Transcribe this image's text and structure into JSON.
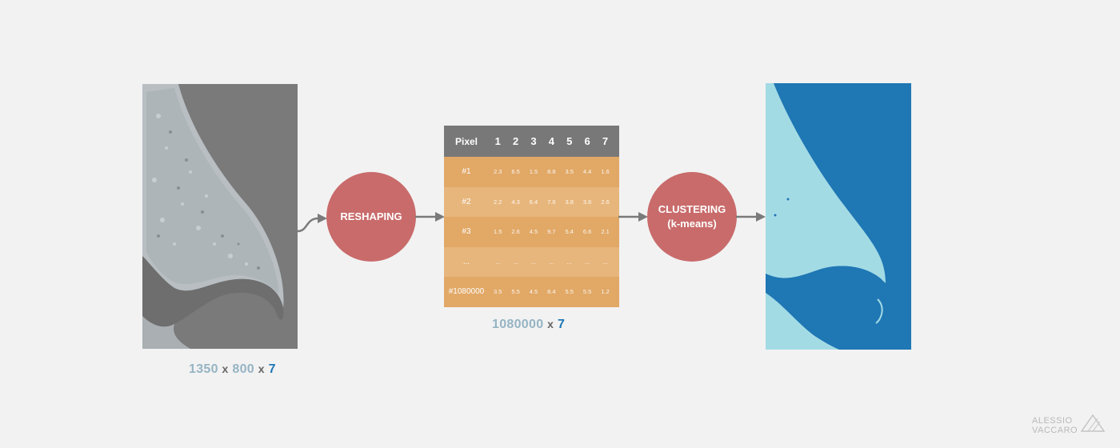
{
  "input_dims": {
    "width": "1350",
    "x1": "x",
    "height": "800",
    "x2": "x",
    "bands": "7"
  },
  "step1_label": "RESHAPING",
  "step2_label_line1": "CLUSTERING",
  "step2_label_line2": "(k-means)",
  "table": {
    "header": [
      "Pixel",
      "1",
      "2",
      "3",
      "4",
      "5",
      "6",
      "7"
    ],
    "rows": [
      [
        "#1",
        "2.3",
        "6.5",
        "1.5",
        "8.8",
        "3.5",
        "4.4",
        "1.6"
      ],
      [
        "#2",
        "2.2",
        "4.3",
        "6.4",
        "7.6",
        "3.8",
        "3.6",
        "2.6"
      ],
      [
        "#3",
        "1.5",
        "2.6",
        "4.5",
        "9.7",
        "5.4",
        "6.6",
        "2.1"
      ],
      [
        "...",
        "...",
        "...",
        "...",
        "...",
        "...",
        "...",
        "..."
      ],
      [
        "#1080000",
        "3.5",
        "5.5",
        "4.5",
        "8.4",
        "5.5",
        "5.5",
        "1.2"
      ]
    ]
  },
  "table_dims": {
    "rows": "1080000",
    "x": "x",
    "cols": "7"
  },
  "watermark": {
    "line1": "ALESSIO",
    "line2": "VACCARO"
  },
  "colors": {
    "background": "#f2f2f2",
    "circle": "#c96b6b",
    "table_header": "#787878",
    "table_row_odd": "#e1a866",
    "table_row_even": "#e7b67c",
    "cluster_dark": "#1f77b4",
    "cluster_light": "#a3dbe5"
  }
}
